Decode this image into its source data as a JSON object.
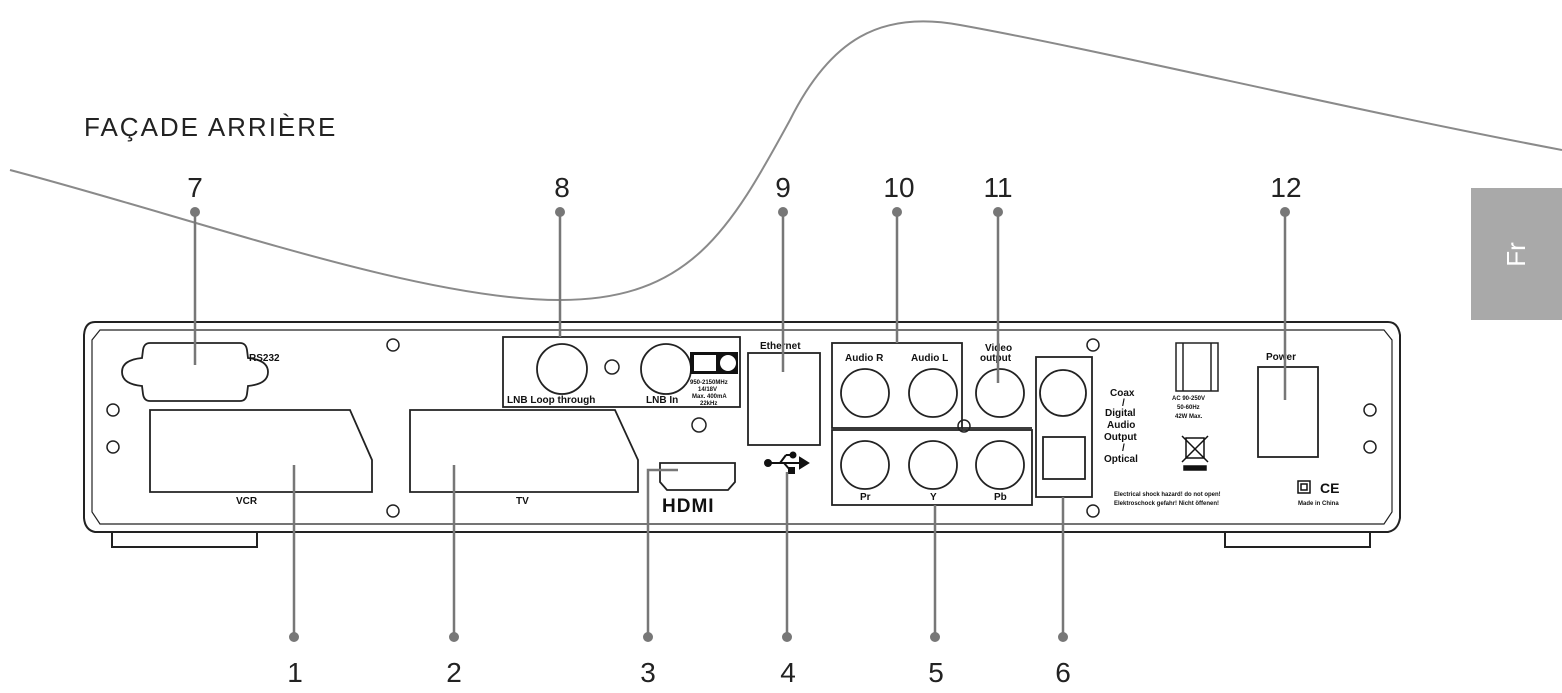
{
  "heading": "FAÇADE ARRIÈRE",
  "language_tab": "Fr",
  "callouts": [
    "7",
    "8",
    "9",
    "10",
    "11",
    "12",
    "1",
    "2",
    "3",
    "4",
    "5",
    "6"
  ],
  "panel": {
    "rs232": "RS232",
    "vcr": "VCR",
    "tv": "TV",
    "lnb_loop": "LNB Loop through",
    "lnb_in": "LNB In",
    "lnb_spec_1": "950-2150MHz",
    "lnb_spec_2": "14/18V",
    "lnb_spec_3": "Max. 400mA",
    "lnb_spec_4": "22kHz",
    "ethernet": "Ethernet",
    "hdmi": "HDMI",
    "audio_r": "Audio R",
    "audio_l": "Audio L",
    "video_output_1": "Video",
    "video_output_2": "output",
    "pr": "Pr",
    "y": "Y",
    "pb": "Pb",
    "coax_1": "Coax",
    "coax_2": "/",
    "coax_3": "Digital",
    "coax_4": "Audio",
    "coax_5": "Output",
    "coax_6": "/",
    "coax_7": "Optical",
    "ac_1": "AC 90-250V",
    "ac_2": "50-60Hz",
    "ac_3": "42W Max.",
    "power": "Power",
    "warning_1": "Electrical shock hazard! do not open!",
    "warning_2": "Elektroschock gefahr! Nicht öffenen!",
    "ce": "CE",
    "made_in": "Made in China"
  }
}
